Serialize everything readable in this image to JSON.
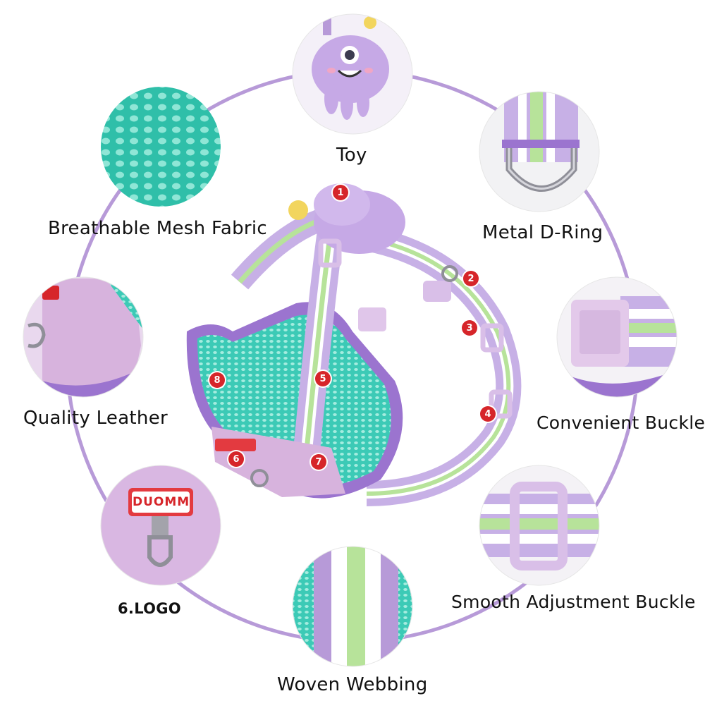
{
  "features": {
    "toy": "Toy",
    "metal_d_ring": "Metal D-Ring",
    "breathable_mesh": "Breathable Mesh Fabric",
    "quality_leather": "Quality Leather",
    "convenient_buckle": "Convenient Buckle",
    "logo": "6.LOGO",
    "smooth_adjustment_buckle": "Smooth Adjustment Buckle",
    "woven_webbing": "Woven Webbing"
  },
  "brand_tag": "DUOMM",
  "badges": [
    "1",
    "2",
    "3",
    "4",
    "5",
    "6",
    "7",
    "8"
  ],
  "colors": {
    "ring": "#b79ad8",
    "lavender": "#c7b0e6",
    "purple": "#9b74cf",
    "mint": "#3cc9b6",
    "stripe_green": "#b7e39a",
    "badge_red": "#d6252a"
  }
}
